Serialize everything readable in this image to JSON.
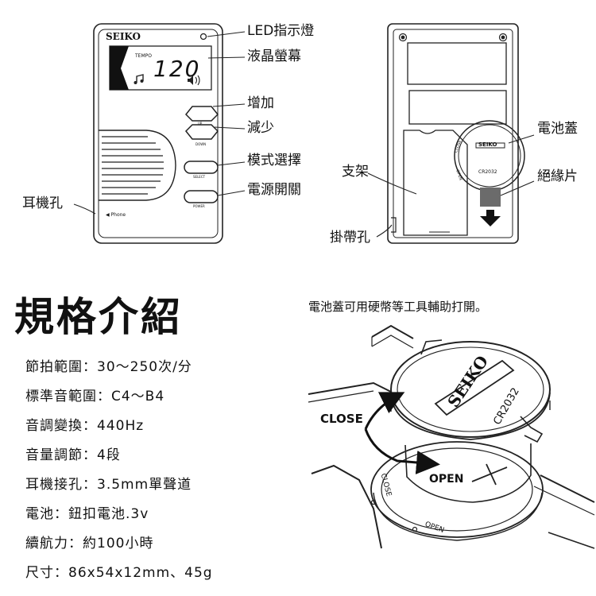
{
  "device": {
    "brand": "SEIKO",
    "lcd_tempo_label": "TEMPO",
    "lcd_value": "120",
    "btn_up": "UP",
    "btn_down": "DOWN",
    "btn_select": "SELECT",
    "btn_power": "POWER",
    "phone_label": "◀ Phone"
  },
  "labels": {
    "led": "LED指示燈",
    "lcd": "液晶螢幕",
    "up": "增加",
    "down": "減少",
    "mode": "模式選擇",
    "power": "電源開關",
    "earphone": "耳機孔",
    "stand": "支架",
    "strap": "掛帶孔",
    "battery_cover": "電池蓋",
    "insulator": "絕緣片"
  },
  "battery_back": {
    "brand": "SEIKO",
    "cell": "CR2032",
    "close": "CLOSE",
    "open": "OPEN"
  },
  "spec": {
    "title": "規格介紹",
    "items": [
      "節拍範圍：30～250次/分",
      "標準音範圍：C4～B4",
      "音調變換：440Hz",
      "音量調節：4段",
      "耳機接孔：3.5mm單聲道",
      "電池：鈕扣電池.3v",
      "續航力：約100小時",
      "尺寸：86x54x12mm、45g"
    ]
  },
  "battery_note": "電池蓋可用硬幣等工具輔助打開。",
  "closeup": {
    "brand": "SEIKO",
    "cell": "CR2032",
    "close": "CLOSE",
    "open": "OPEN",
    "ring_close": "CLOSE",
    "ring_open": "OPEN"
  }
}
